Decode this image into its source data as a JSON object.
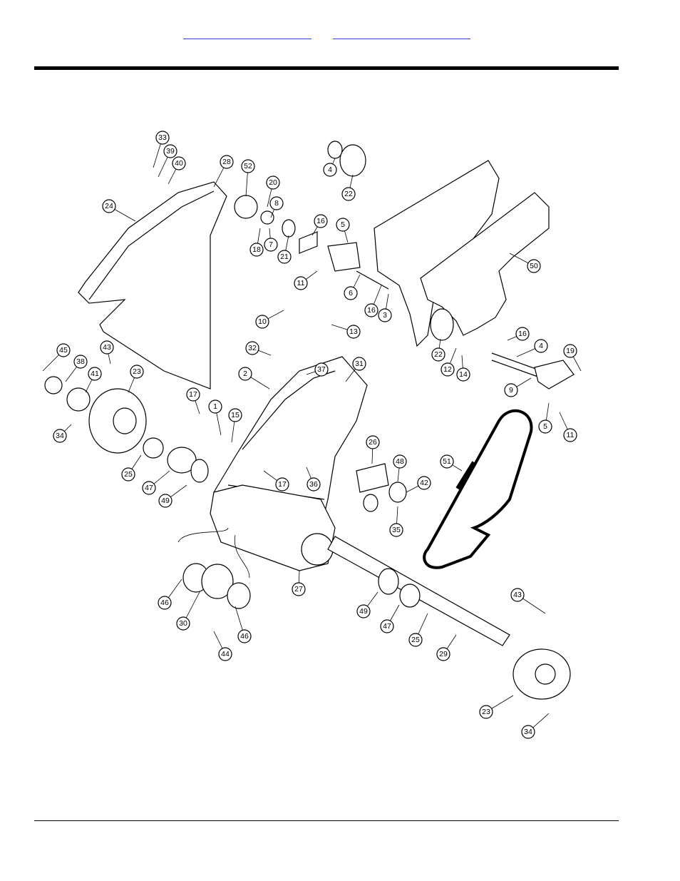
{
  "header": {
    "links": [
      "",
      ""
    ]
  },
  "diagram": {
    "callouts": [
      "33",
      "39",
      "40",
      "28",
      "24",
      "52",
      "20",
      "8",
      "18",
      "7",
      "21",
      "16",
      "5",
      "11",
      "6",
      "16",
      "3",
      "4",
      "22",
      "50",
      "10",
      "13",
      "32",
      "37",
      "31",
      "2",
      "22",
      "12",
      "14",
      "16",
      "4",
      "19",
      "9",
      "5",
      "11",
      "45",
      "38",
      "43",
      "41",
      "23",
      "34",
      "25",
      "47",
      "49",
      "17",
      "1",
      "15",
      "17",
      "36",
      "26",
      "48",
      "42",
      "35",
      "51",
      "27",
      "46",
      "30",
      "44",
      "46",
      "49",
      "47",
      "25",
      "29",
      "43",
      "23",
      "34"
    ]
  }
}
